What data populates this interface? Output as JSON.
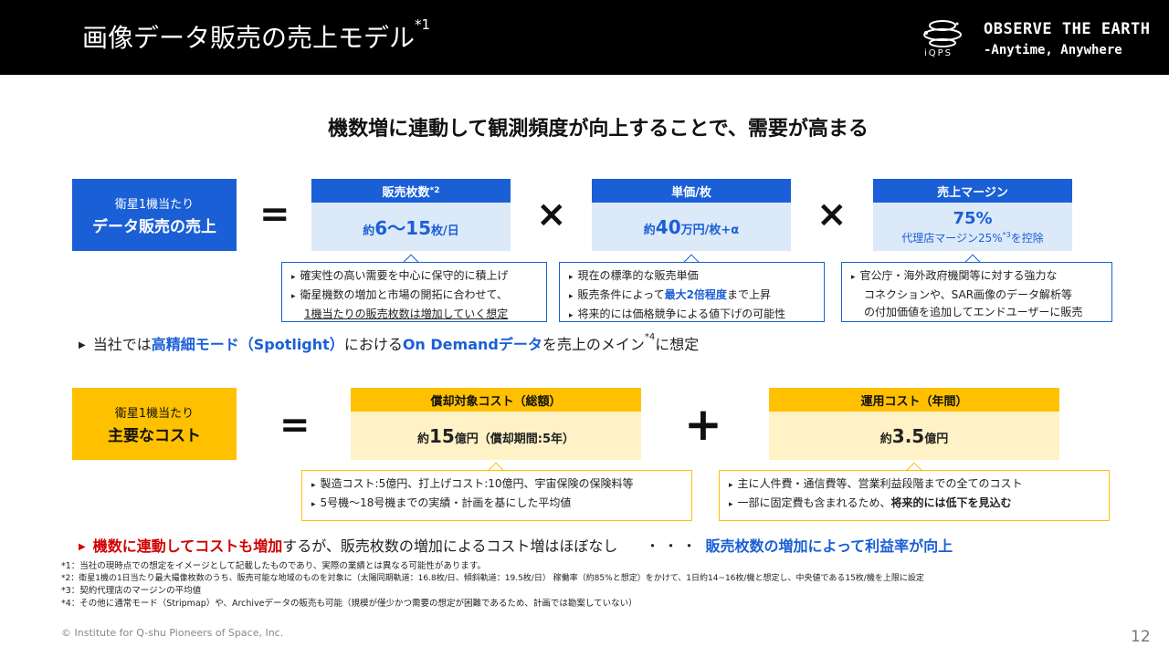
{
  "header": {
    "title": "画像データ販売の売上モデル",
    "title_sup": "*1",
    "logo_text": "iQPS",
    "tagline_line1": "OBSERVE THE EARTH",
    "tagline_line2": "-Anytime, Anywhere"
  },
  "subtitle": "機数増に連動して観測頻度が向上することで、需要が高まる",
  "revenue": {
    "lead_line1": "衛星1機当たり",
    "lead_line2": "データ販売の売上",
    "equals": "=",
    "times": "×",
    "kpis": [
      {
        "header": "販売枚数",
        "header_sup": "*2",
        "prefix": "約",
        "value": "6〜15",
        "unit": "枚/日"
      },
      {
        "header": "単価/枚",
        "prefix": "約",
        "value": "40",
        "unit": "万円/枚+α"
      },
      {
        "header": "売上マージン",
        "value": "75%",
        "sub_pre": "代理店マージン25%",
        "sub_sup": "*3",
        "sub_post": "を控除"
      }
    ],
    "notes": [
      [
        "確実性の高い需要を中心に保守的に積上げ",
        "衛星機数の増加と市場の開拓に合わせて、",
        "1機当たりの販売枚数は増加していく想定"
      ],
      [
        "現在の標準的な販売単価",
        "販売条件によって",
        "最大2倍程度",
        "まで上昇",
        "将来的には価格競争による値下げの可能性"
      ],
      [
        "官公庁・海外政府機関等に対する強力な",
        "コネクションや、SAR画像のデータ解析等",
        "の付加価値を追加してエンドユーザーに販売"
      ]
    ],
    "statement": {
      "pre": "当社では",
      "hl1": "高精細モード（Spotlight）",
      "mid": "における",
      "hl2": "On Demandデータ",
      "post1": "を売上のメイン",
      "sup": "*4",
      "post2": "に想定"
    }
  },
  "cost": {
    "lead_line1": "衛星1機当たり",
    "lead_line2": "主要なコスト",
    "equals": "=",
    "plus": "+",
    "kpis": [
      {
        "header": "償却対象コスト（総額）",
        "prefix": "約",
        "value": "15",
        "unit": "億円（償却期間:5年）"
      },
      {
        "header": "運用コスト（年間）",
        "prefix": "約",
        "value": "3.5",
        "unit": "億円"
      }
    ],
    "notes": [
      [
        "製造コスト:5億円、打上げコスト:10億円、宇宙保険の保険料等",
        "5号機〜18号機までの実績・計画を基にした平均値"
      ],
      [
        "主に人件費・通信費等、営業利益段階までの全てのコスト",
        "一部に固定費も含まれるため、",
        "将来的には低下を見込む"
      ]
    ],
    "statement": {
      "hl": "機数に連動してコストも増加",
      "mid": "するが、販売枚数の増加によるコスト増はほぼなし",
      "dots": "・・・",
      "hl2": "販売枚数の増加によって利益率が向上"
    }
  },
  "footnotes": [
    "*1：当社の現時点での想定をイメージとして記載したものであり、実際の業績とは異なる可能性があります。",
    "*2：衛星1機の1日当たり最大撮像枚数のうち、販売可能な地域のものを対象に（太陽同期軌道：16.8枚/日、傾斜軌道：19.5枚/日） 稼働率（約85%と想定）をかけて、1日約14~16枚/機と想定し、中央値である15枚/機を上限に設定",
    "*3：契約代理店のマージンの平均値",
    "*4：その他に通常モード（Stripmap）や、Archiveデータの販売も可能（規模が僅少かつ需要の想定が困難であるため、計画では勘案していない）"
  ],
  "copyright": "© Institute for Q-shu Pioneers of Space, Inc.",
  "page_number": "12",
  "colors": {
    "blue": "#1a5fd6",
    "yellow": "#ffc000",
    "red": "#d10000",
    "header_bg": "#000000"
  }
}
